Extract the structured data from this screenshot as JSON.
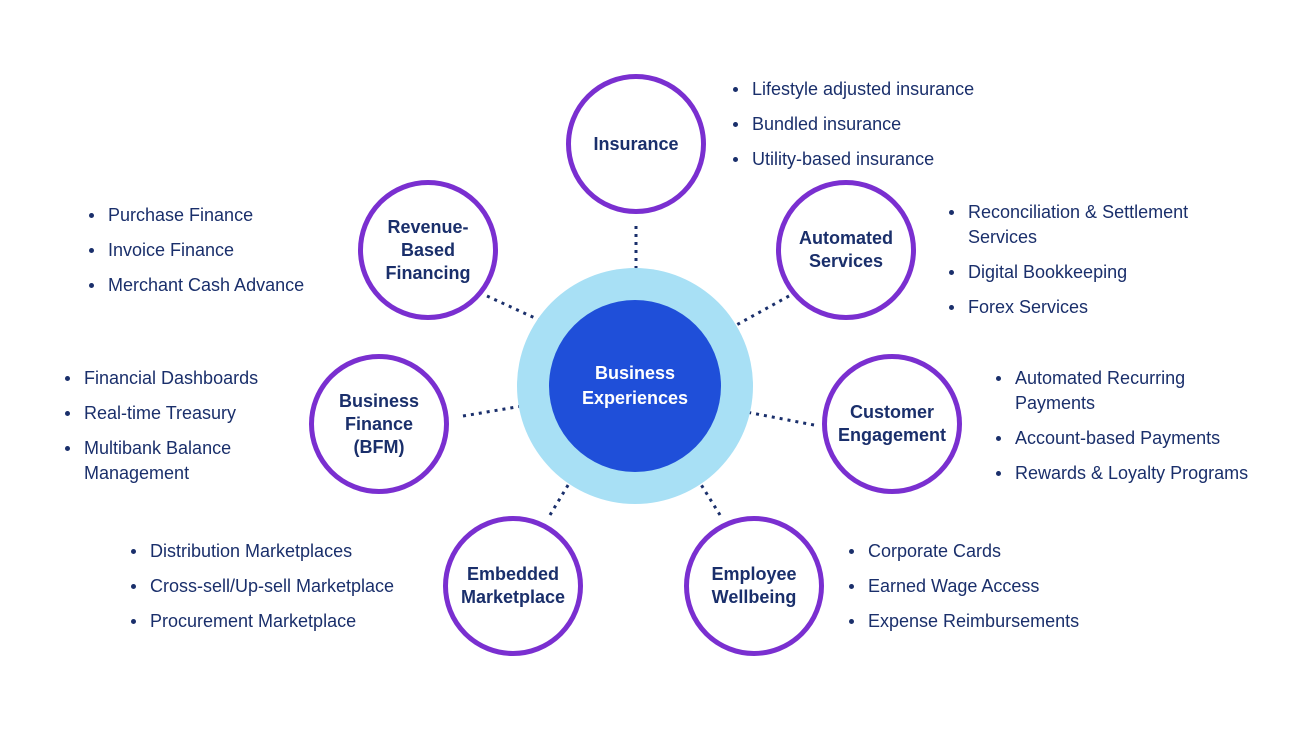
{
  "center": {
    "label": "Business\nExperiences"
  },
  "nodes": {
    "insurance": {
      "label": "Insurance",
      "items": [
        "Lifestyle adjusted insurance",
        "Bundled insurance",
        "Utility-based insurance"
      ]
    },
    "automated_services": {
      "label": "Automated\nServices",
      "items": [
        "Reconciliation & Settlement\nServices",
        "Digital Bookkeeping",
        "Forex Services"
      ]
    },
    "customer_engagement": {
      "label": "Customer\nEngagement",
      "items": [
        "Automated Recurring\nPayments",
        "Account-based Payments",
        "Rewards & Loyalty Programs"
      ]
    },
    "employee_wellbeing": {
      "label": "Employee\nWellbeing",
      "items": [
        "Corporate Cards",
        "Earned Wage Access",
        "Expense Reimbursements"
      ]
    },
    "embedded_marketplace": {
      "label": "Embedded\nMarketplace",
      "items": [
        "Distribution Marketplaces",
        "Cross-sell/Up-sell Marketplace",
        "Procurement Marketplace"
      ]
    },
    "business_finance": {
      "label": "Business\nFinance\n(BFM)",
      "items": [
        "Financial Dashboards",
        "Real-time Treasury",
        "Multibank Balance\nManagement"
      ]
    },
    "revenue_based_financing": {
      "label": "Revenue-\nBased\nFinancing",
      "items": [
        "Purchase Finance",
        "Invoice Finance",
        "Merchant Cash Advance"
      ]
    }
  },
  "colors": {
    "ring": "#7a2fd0",
    "center_core": "#1f4fd9",
    "center_halo": "#a8e0f5",
    "text": "#1a2f6b",
    "connector": "#1a2f6b"
  }
}
